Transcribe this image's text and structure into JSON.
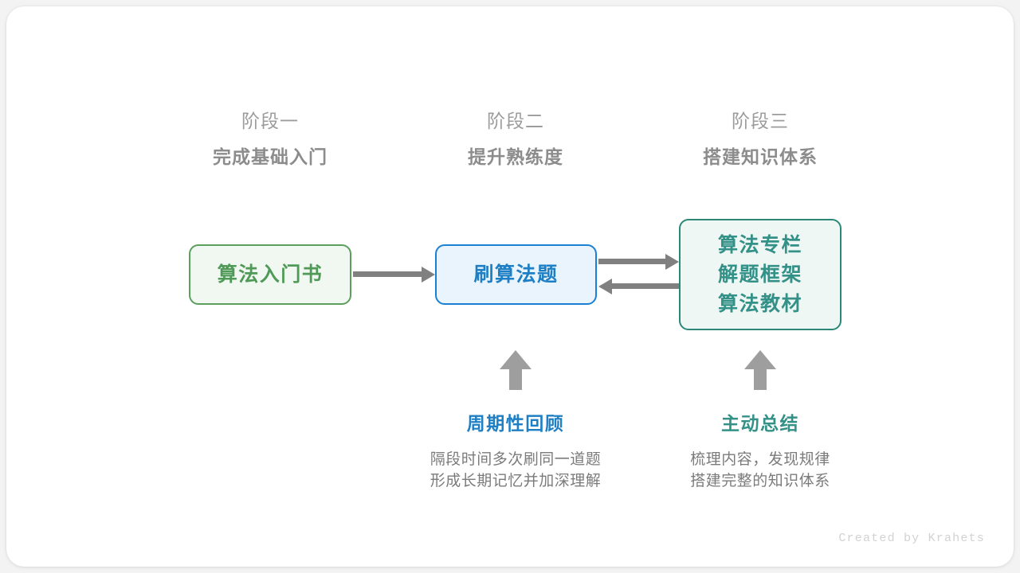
{
  "diagram": {
    "type": "flowchart",
    "title_present": false,
    "stages": [
      {
        "label": "阶段一",
        "title": "完成基础入门"
      },
      {
        "label": "阶段二",
        "title": "提升熟练度"
      },
      {
        "label": "阶段三",
        "title": "搭建知识体系"
      }
    ],
    "nodes": [
      {
        "id": "book",
        "lines": [
          "算法入门书"
        ],
        "fill": "#f1f7f1",
        "border": "#5c9e5e",
        "text_color": "#4f9a57"
      },
      {
        "id": "practice",
        "lines": [
          "刷算法题"
        ],
        "fill": "#eaf4fd",
        "border": "#1b80d2",
        "text_color": "#1f7fc4"
      },
      {
        "id": "resources",
        "lines": [
          "算法专栏",
          "解题框架",
          "算法教材"
        ],
        "fill": "#eff7f5",
        "border": "#2b8878",
        "text_color": "#339187"
      }
    ],
    "connectors": [
      {
        "id": "book-to-practice",
        "from": "book",
        "to": "practice",
        "direction": "right"
      },
      {
        "id": "practice-to-resources",
        "from": "practice",
        "to": "resources",
        "direction": "right"
      },
      {
        "id": "resources-to-practice",
        "from": "resources",
        "to": "practice",
        "direction": "left"
      }
    ],
    "annotations": [
      {
        "id": "review",
        "title": "周期性回顾",
        "title_color": "#1f7fc4",
        "desc_line_1": "隔段时间多次刷同一道题",
        "desc_line_2": "形成长期记忆并加深理解",
        "arrow": "up-arrow"
      },
      {
        "id": "summary",
        "title": "主动总结",
        "title_color": "#339187",
        "desc_line_1": "梳理内容，发现规律",
        "desc_line_2": "搭建完整的知识体系",
        "arrow": "up-arrow"
      }
    ],
    "arrow_color": "#808080",
    "up_arrow_color": "#9e9e9e"
  },
  "credit": "Created by Krahets"
}
